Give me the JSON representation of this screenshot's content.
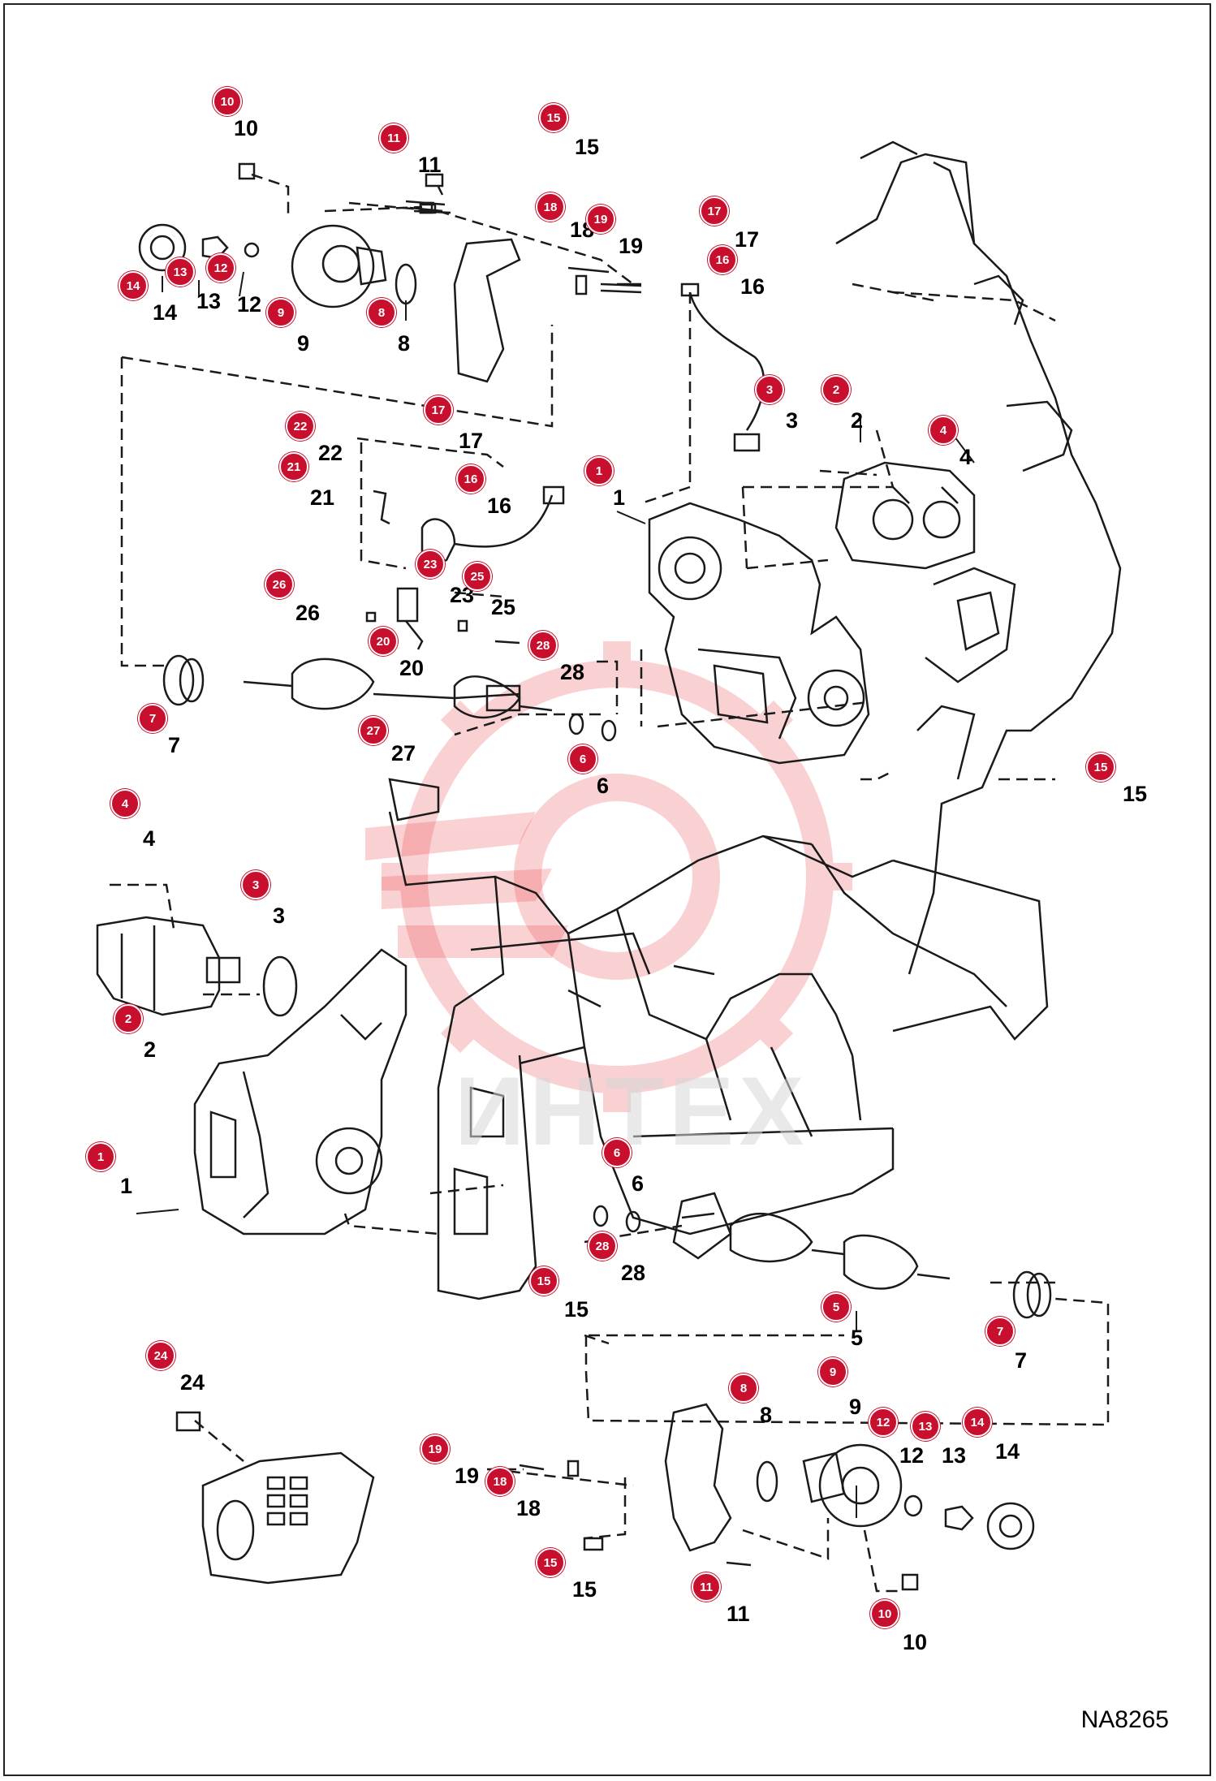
{
  "diagram": {
    "code": "NA8265",
    "watermark": "ИНТЕХ",
    "colors": {
      "callout": "#c8102e",
      "line": "#1a1a1a",
      "watermark": "#e8313a"
    },
    "callouts": [
      {
        "id": "c10a",
        "label": "10",
        "text": "10"
      },
      {
        "id": "c11a",
        "label": "11",
        "text": "11"
      },
      {
        "id": "c15a",
        "label": "15",
        "text": "15"
      },
      {
        "id": "c18a",
        "label": "18",
        "text": "18"
      },
      {
        "id": "c19a",
        "label": "19",
        "text": "19"
      },
      {
        "id": "c17a",
        "label": "17",
        "text": "17"
      },
      {
        "id": "c16a",
        "label": "16",
        "text": "16"
      },
      {
        "id": "c14a",
        "label": "14",
        "text": "14"
      },
      {
        "id": "c13a",
        "label": "13",
        "text": "13"
      },
      {
        "id": "c12a",
        "label": "12",
        "text": "12"
      },
      {
        "id": "c9a",
        "label": "9",
        "text": "9"
      },
      {
        "id": "c8a",
        "label": "8",
        "text": "8"
      },
      {
        "id": "c3a",
        "label": "3",
        "text": "3"
      },
      {
        "id": "c2a",
        "label": "2",
        "text": "2"
      },
      {
        "id": "c4a",
        "label": "4",
        "text": "4"
      },
      {
        "id": "c22",
        "label": "22",
        "text": "22"
      },
      {
        "id": "c21",
        "label": "21",
        "text": "21"
      },
      {
        "id": "c17b",
        "label": "17",
        "text": "17"
      },
      {
        "id": "c16b",
        "label": "16",
        "text": "16"
      },
      {
        "id": "c1a",
        "label": "1",
        "text": "1"
      },
      {
        "id": "c23",
        "label": "23",
        "text": "23"
      },
      {
        "id": "c25",
        "label": "25",
        "text": "25"
      },
      {
        "id": "c26",
        "label": "26",
        "text": "26"
      },
      {
        "id": "c20",
        "label": "20",
        "text": "20"
      },
      {
        "id": "c28a",
        "label": "28",
        "text": "28"
      },
      {
        "id": "c7a",
        "label": "7",
        "text": "7"
      },
      {
        "id": "c27",
        "label": "27",
        "text": "27"
      },
      {
        "id": "c6a",
        "label": "6",
        "text": "6"
      },
      {
        "id": "c15b",
        "label": "15",
        "text": "15"
      },
      {
        "id": "c4b",
        "label": "4",
        "text": "4"
      },
      {
        "id": "c3b",
        "label": "3",
        "text": "3"
      },
      {
        "id": "c2b",
        "label": "2",
        "text": "2"
      },
      {
        "id": "c1b",
        "label": "1",
        "text": "1"
      },
      {
        "id": "c6b",
        "label": "6",
        "text": "6"
      },
      {
        "id": "c28b",
        "label": "28",
        "text": "28"
      },
      {
        "id": "c15c",
        "label": "15",
        "text": "15"
      },
      {
        "id": "c5",
        "label": "5",
        "text": "5"
      },
      {
        "id": "c7b",
        "label": "7",
        "text": "7"
      },
      {
        "id": "c24",
        "label": "24",
        "text": "24"
      },
      {
        "id": "c8b",
        "label": "8",
        "text": "8"
      },
      {
        "id": "c9b",
        "label": "9",
        "text": "9"
      },
      {
        "id": "c12b",
        "label": "12",
        "text": "12"
      },
      {
        "id": "c13b",
        "label": "13",
        "text": "13"
      },
      {
        "id": "c14b",
        "label": "14",
        "text": "14"
      },
      {
        "id": "c19b",
        "label": "19",
        "text": "19"
      },
      {
        "id": "c18b",
        "label": "18",
        "text": "18"
      },
      {
        "id": "c15d",
        "label": "15",
        "text": "15"
      },
      {
        "id": "c11b",
        "label": "11",
        "text": "11"
      },
      {
        "id": "c10b",
        "label": "10",
        "text": "10"
      }
    ]
  }
}
